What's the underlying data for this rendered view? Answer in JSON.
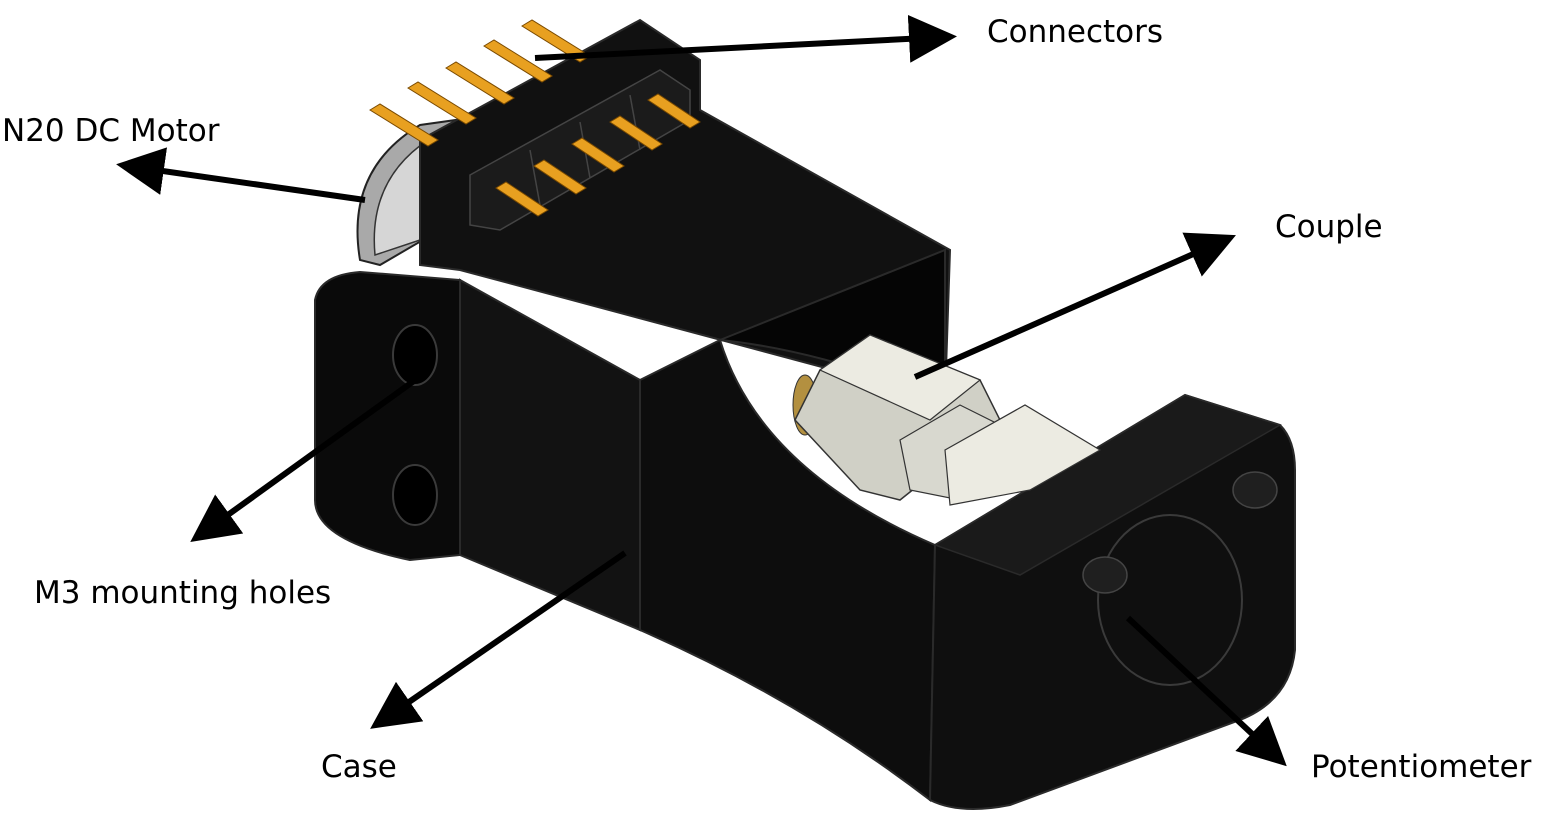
{
  "labels": {
    "connectors": "Connectors",
    "motor": "N20 DC Motor",
    "couple": "Couple",
    "mounting_holes": "M3 mounting holes",
    "case": "Case",
    "potentiometer": "Potentiometer"
  },
  "colors": {
    "body": "#0d0d0d",
    "body_edge": "#2a2a2a",
    "pin": "#e8a020",
    "pin_light": "#f6c65a",
    "coupler": "#d0d0c6",
    "coupler_light": "#ecebe2",
    "motor_ring": "#b8b8b8",
    "arrow": "#000000"
  }
}
